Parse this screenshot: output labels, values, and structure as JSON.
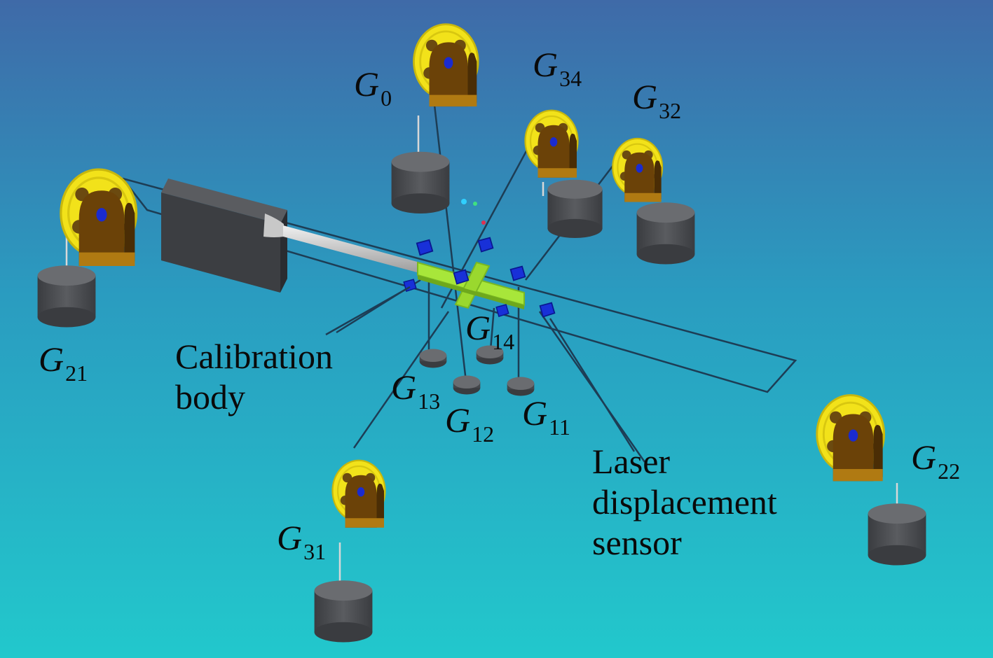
{
  "colors": {
    "background_top": "#3f6aa8",
    "background_bottom": "#22c8cc",
    "pulley_wheel": "#f2e21a",
    "pulley_bracket": "#6b4208",
    "weight": "#4a4c50",
    "calibration_body": "#a8e63a",
    "sensor": "#1830d8",
    "cable": "#1d3d55"
  },
  "weights": [
    {
      "id": "G",
      "sub": "0"
    },
    {
      "id": "G",
      "sub": "34"
    },
    {
      "id": "G",
      "sub": "32"
    },
    {
      "id": "G",
      "sub": "21"
    },
    {
      "id": "G",
      "sub": "22"
    },
    {
      "id": "G",
      "sub": "31"
    },
    {
      "id": "G",
      "sub": "14"
    },
    {
      "id": "G",
      "sub": "13"
    },
    {
      "id": "G",
      "sub": "12"
    },
    {
      "id": "G",
      "sub": "11"
    }
  ],
  "callouts": {
    "calibration_body": [
      "Calibration",
      "body"
    ],
    "laser_sensor": [
      "Laser",
      "displacement",
      "sensor"
    ]
  }
}
